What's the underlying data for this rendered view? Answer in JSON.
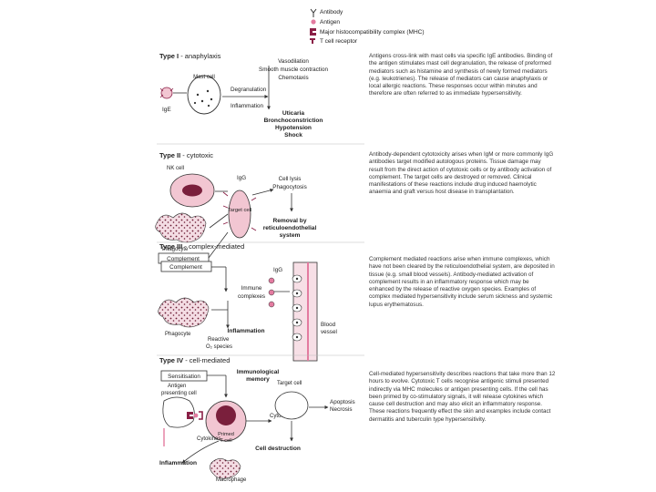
{
  "legend": {
    "antibody": "Antibody",
    "antigen": "Antigen",
    "mhc": "Major histocompatibility complex (MHC)",
    "tcr": "T cell receptor"
  },
  "type1": {
    "title_bold": "Type I",
    "title_rest": "- anaphylaxis",
    "mast_cell": "Mast cell",
    "ige": "IgE",
    "degranulation": "Degranulation",
    "inflammation": "Inflammation",
    "effects": [
      "Vasodilation",
      "Smooth muscle contraction",
      "Chemotaxis"
    ],
    "outcomes": [
      "Uticaria",
      "Bronchoconstriction",
      "Hypotension",
      "Shock"
    ],
    "description": "Antigens cross-link with mast cells via specific IgE antibodies. Binding of the antigen stimulates mast cell degranulation, the release of preformed mediators such as histamine and synthesis of newly formed mediators (e.g. leukotrienes). The release of mediators can cause anaphylaxis or local allergic reactions. These responses occur within minutes and therefore are often referred to as immediate hypersensitivity."
  },
  "type2": {
    "title_bold": "Type II",
    "title_rest": "- cytotoxic",
    "nk_cell": "NK cell",
    "igg": "IgG",
    "target_cell": "Target cell",
    "phagocyte": "Phagocyte",
    "complement": "Complement",
    "effects": [
      "Cell lysis",
      "Phagocytosis"
    ],
    "removal": [
      "Removal by",
      "reticuloendothelial",
      "system"
    ],
    "description": "Antibody-dependent cytotoxicity arises when IgM or more commonly IgG antibodies target modified autologous proteins. Tissue damage may result from the direct action of cytotoxic cells or by antibody activation of complement. The target cells are destroyed or removed. Clinical manifestations of these reactions include drug induced haemolytic anaemia and graft versus host disease in transplantation."
  },
  "type3": {
    "title_bold": "Type III",
    "title_rest": "- complex-mediated",
    "complement": "Complement",
    "immune_complexes": [
      "Immune",
      "complexes"
    ],
    "igg": "IgG",
    "blood_vessel": [
      "Blood",
      "vessel"
    ],
    "phagocyte": "Phagocyte",
    "reactive": [
      "Reactive",
      "O₂ species"
    ],
    "inflammation": "Inflammation",
    "description": "Complement mediated reactions arise when immune complexes, which have not been cleared by the reticuloendothelial system, are deposited in tissue (e.g. small blood vessels). Antibody-mediated activation of complement results in an inflammatory response which may be enhanced by the release of reactive oxygen species. Examples of complex mediated hypersensitivity include serum sickness and systemic lupus erythematosus."
  },
  "type4": {
    "title_bold": "Type IV",
    "title_rest": "- cell-mediated",
    "sensitisation": "Sensitisation",
    "immunological_memory": [
      "Immunological",
      "memory"
    ],
    "apc": [
      "Antigen",
      "presenting cell"
    ],
    "primed": [
      "Primed",
      "T cell"
    ],
    "cytokines": "Cytokines",
    "target_cell": "Target cell",
    "apoptosis": [
      "Apoptosis",
      "Necrosis"
    ],
    "cytokines2": "Cytokines",
    "cell_destruction": "Cell destruction",
    "inflammation": "Inflammation",
    "macrophage": "Macrophage",
    "description": "Cell-mediated hypersensitivity describes reactions that take more than 12 hours to evolve. Cytotoxic T cells recognise antigenic stimuli presented indirectly via MHC molecules or antigen presenting cells. If the cell has been primed by co-stimulatory signals, it will release cytokines which cause cell destruction and may also elicit an inflammatory response. These reactions frequently effect the skin and examples include contact dermatitis and tuberculin type hypersensitivity."
  },
  "colors": {
    "cell_pink": "#f2c6d2",
    "dark_red": "#7a1f3c",
    "antigen_pink": "#e37ba0",
    "line": "#333333"
  }
}
